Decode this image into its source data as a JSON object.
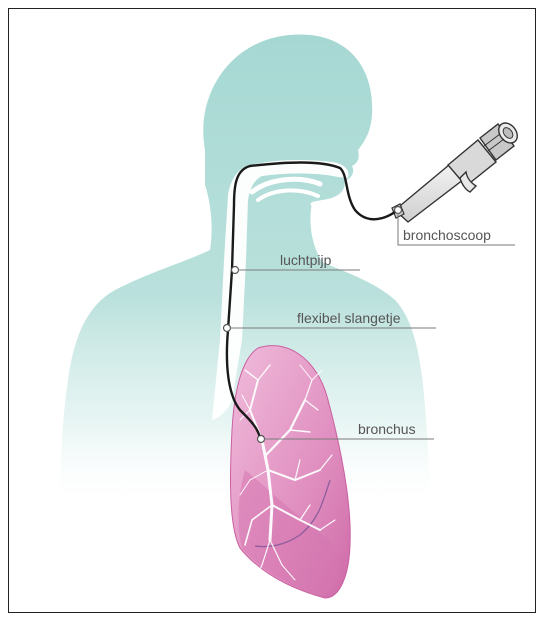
{
  "labels": {
    "bronchoscoop": "bronchoscoop",
    "luchtpijp": "luchtpijp",
    "flexibel_slangetje": "flexibel slangetje",
    "bronchus": "bronchus"
  },
  "colors": {
    "body_fill": "#a6d8d3",
    "lung_fill": "#e7a8cd",
    "lung_dark": "#c95fa0",
    "tube": "#1a1a1a",
    "callout_line": "#7a7a7a",
    "scope_fill": "#e6e6e6"
  }
}
